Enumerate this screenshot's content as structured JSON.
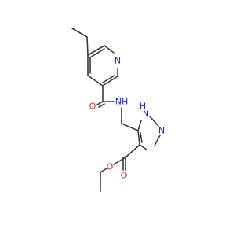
{
  "molecule": {
    "atoms": {
      "pyridine_n": "N",
      "amide_o": "O",
      "amide_nh": "NH",
      "imidazole_nh_h": "H",
      "imidazole_nh_n": "N",
      "imidazole_n": "N",
      "ester_o_carbonyl": "O",
      "ester_o_ether": "O"
    },
    "colors": {
      "bond": "#3a3a3a",
      "nitrogen": "#1f2bd6",
      "oxygen": "#e0201a"
    }
  }
}
